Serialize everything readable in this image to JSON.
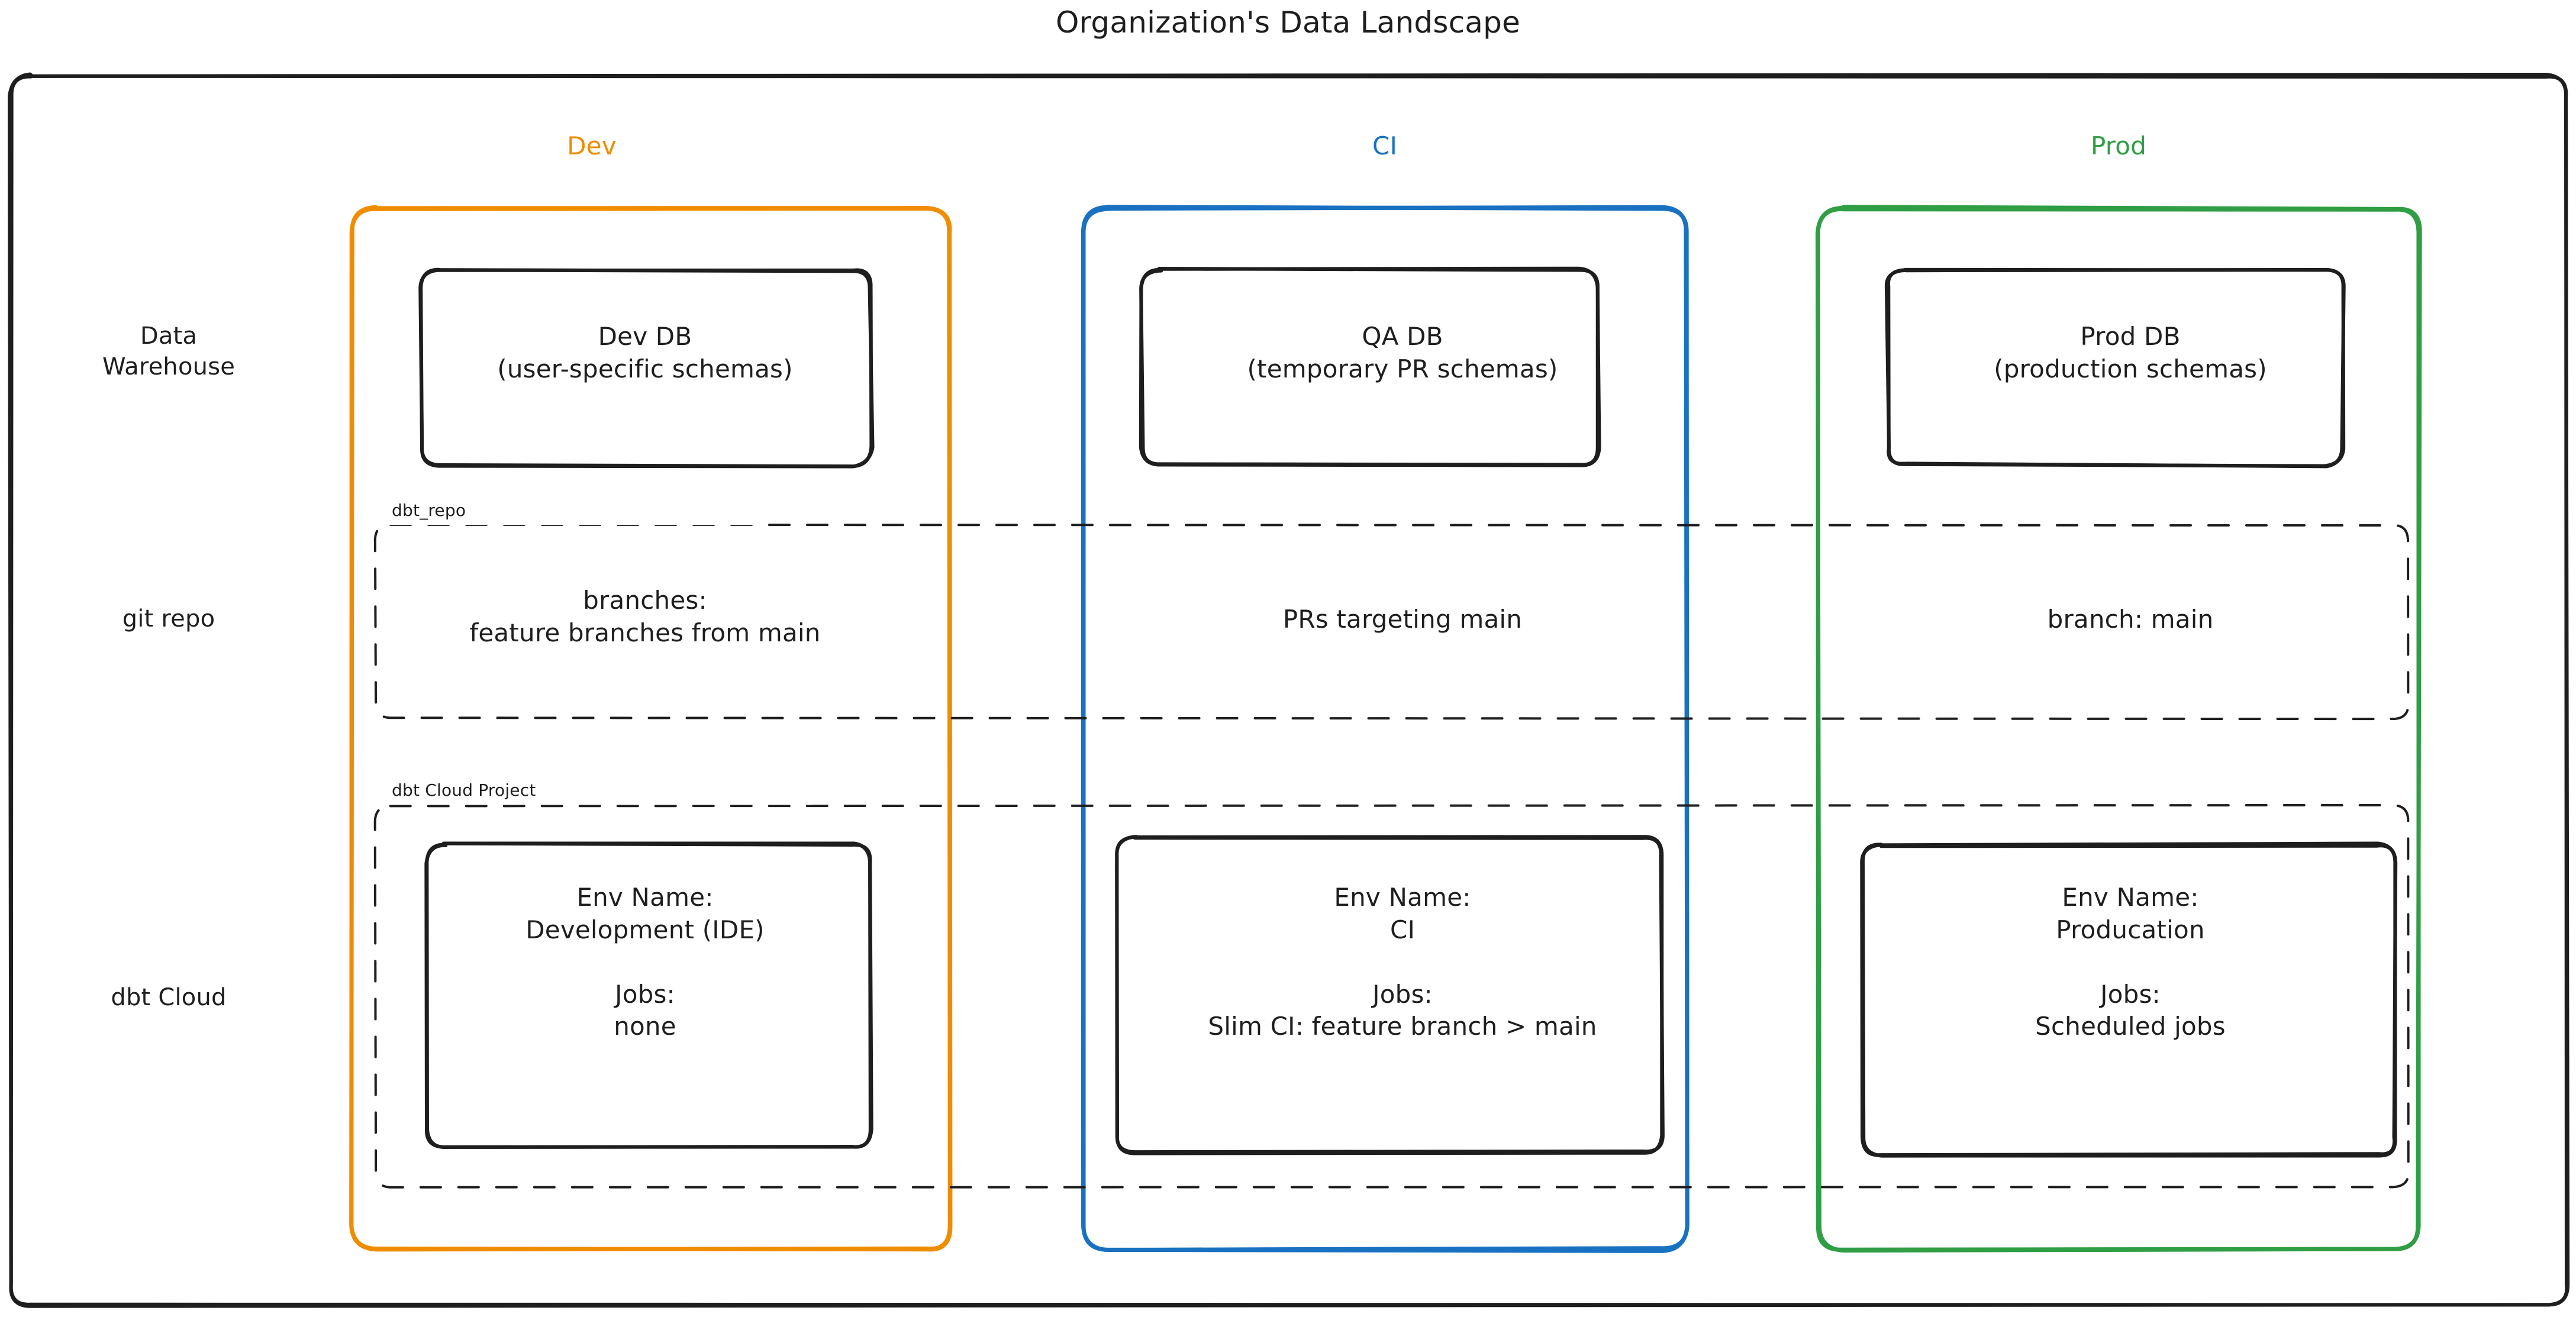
{
  "title": "Organization's Data Landscape",
  "colors": {
    "dev": "#f08c00",
    "ci": "#1971c2",
    "prod": "#2f9e44",
    "stroke": "#1e1e1e",
    "background": "#ffffff"
  },
  "columns": [
    {
      "key": "dev",
      "label": "Dev"
    },
    {
      "key": "ci",
      "label": "CI"
    },
    {
      "key": "prod",
      "label": "Prod"
    }
  ],
  "rows": [
    {
      "key": "warehouse",
      "label": "Data\nWarehouse"
    },
    {
      "key": "git",
      "label": "git repo"
    },
    {
      "key": "dbtcloud",
      "label": "dbt Cloud"
    }
  ],
  "groups": [
    {
      "key": "dbt_repo",
      "label": "dbt_repo"
    },
    {
      "key": "dbt_cloud_project",
      "label": "dbt Cloud Project"
    }
  ],
  "cells": {
    "warehouse": [
      {
        "column": "dev",
        "text": "Dev DB\n(user-specific schemas)"
      },
      {
        "column": "ci",
        "text": "QA DB\n(temporary PR schemas)"
      },
      {
        "column": "prod",
        "text": "Prod DB\n(production schemas)"
      }
    ],
    "git": [
      {
        "column": "dev",
        "text": "branches:\nfeature branches from main"
      },
      {
        "column": "ci",
        "text": "PRs targeting main"
      },
      {
        "column": "prod",
        "text": "branch: main"
      }
    ],
    "dbtcloud": [
      {
        "column": "dev",
        "text": "Env Name:\nDevelopment (IDE)\n\nJobs:\nnone"
      },
      {
        "column": "ci",
        "text": "Env Name:\nCI\n\nJobs:\nSlim CI: feature branch > main"
      },
      {
        "column": "prod",
        "text": "Env Name:\nProducation\n\nJobs:\nScheduled jobs"
      }
    ]
  }
}
